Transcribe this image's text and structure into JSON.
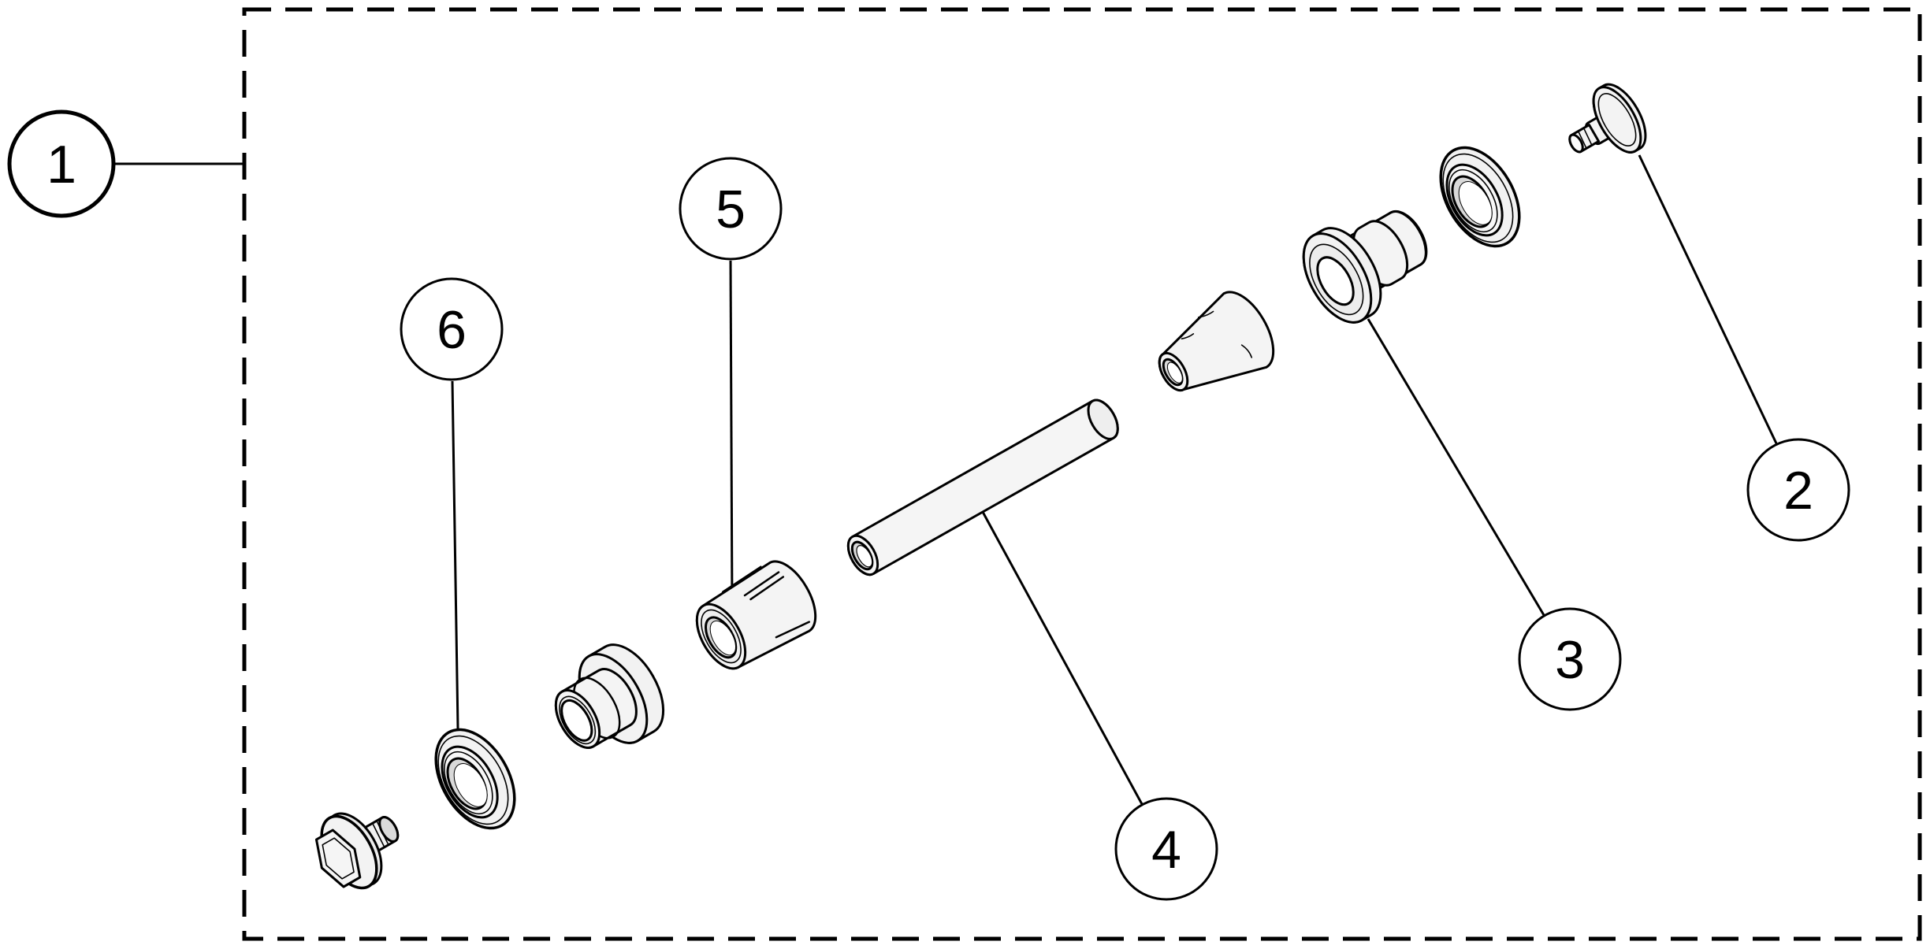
{
  "diagram": {
    "type": "exploded-parts-diagram",
    "colors": {
      "background": "#ffffff",
      "line": "#000000",
      "part_fill": "#f4f4f4",
      "part_shade": "#d9d9d9",
      "part_highlight": "#ffffff"
    },
    "boundary": {
      "shape": "rectangle",
      "style": "dashed"
    },
    "callouts": [
      {
        "label": "1",
        "target": "assembly-boundary"
      },
      {
        "label": "2",
        "target": "shoulder-pin"
      },
      {
        "label": "3",
        "target": "flanged-bushing"
      },
      {
        "label": "4",
        "target": "cross-tube"
      },
      {
        "label": "5",
        "target": "knurled-knob"
      },
      {
        "label": "6",
        "target": "flanged-washer"
      }
    ],
    "parts": [
      {
        "name": "hex-flange-bolt"
      },
      {
        "name": "flanged-washer-left"
      },
      {
        "name": "stepped-bushing-left"
      },
      {
        "name": "knurled-knob-left"
      },
      {
        "name": "cross-tube"
      },
      {
        "name": "cone-knob-right"
      },
      {
        "name": "flanged-bushing-right"
      },
      {
        "name": "flanged-washer-right"
      },
      {
        "name": "shoulder-pin-right"
      }
    ]
  }
}
